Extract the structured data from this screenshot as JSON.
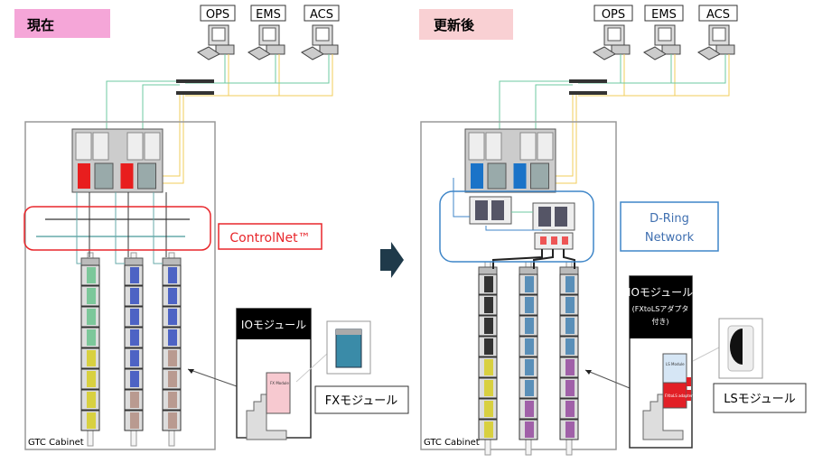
{
  "before": {
    "title": "現在",
    "terminals": [
      "OPS",
      "EMS",
      "ACS"
    ],
    "network_label": "ControlNet™",
    "cabinet_label": "GTC Cabinet",
    "io_header": "IOモジュール",
    "module_label": "FX\nModule",
    "module_caption": "FXモジュール"
  },
  "after": {
    "title": "更新後",
    "terminals": [
      "OPS",
      "EMS",
      "ACS"
    ],
    "network_label_line1": "D-Ring",
    "network_label_line2": "Network",
    "cabinet_label": "GTC Cabinet",
    "io_header": "IOモジュール",
    "io_header_sub1": "(FXtoLSアダプタ",
    "io_header_sub2": "付き)",
    "module_label_top": "LS Module",
    "module_label_bottom": "FXtoLS adapter",
    "module_caption": "LSモジュール"
  },
  "colors": {
    "before_title_bg": "#f5a6d8",
    "after_title_bg": "#f9d0d3",
    "controlnet": "#e8262b",
    "dring": "#3f86c8",
    "arrow": "#1f3a4a",
    "green_cable": "#6ccaa0",
    "yellow_cable": "#f2cc5a",
    "processor_red": "#e81e1e",
    "processor_blue": "#1a73c8"
  }
}
